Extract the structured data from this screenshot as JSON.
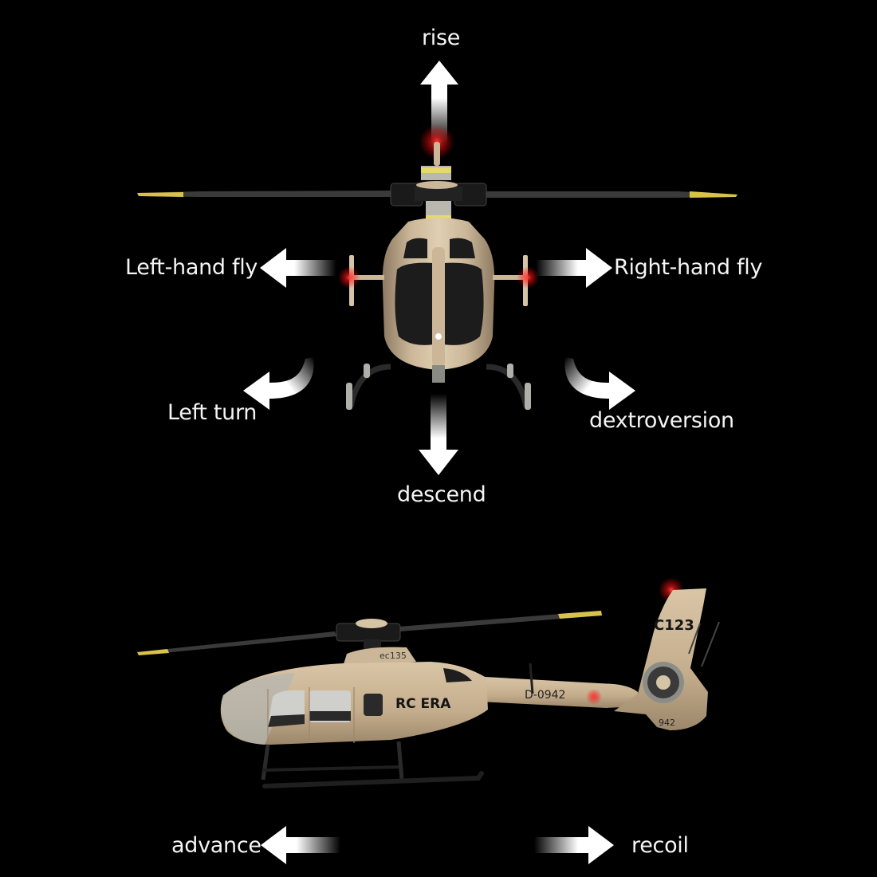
{
  "colors": {
    "background": "#000000",
    "label_text": "#f4f4f4",
    "arrow": "#ffffff",
    "body_tan": "#cbb698",
    "body_shadow": "#8d7a62",
    "rotor_blade": "#3a3a3a",
    "blade_tip": "#d8c24a",
    "nav_light": "#ff2a2a",
    "glass": "#1a1a1a"
  },
  "front_view": {
    "directions": {
      "rise": {
        "label": "rise",
        "arrow": "up-arrow"
      },
      "left_hand_fly": {
        "label": "Left-hand fly",
        "arrow": "left-arrow"
      },
      "right_hand_fly": {
        "label": "Right-hand fly",
        "arrow": "right-arrow"
      },
      "left_turn": {
        "label": "Left turn",
        "arrow": "curved-left-arrow"
      },
      "dextroversion": {
        "label": "dextroversion",
        "arrow": "curved-right-arrow"
      },
      "descend": {
        "label": "descend",
        "arrow": "down-arrow"
      }
    }
  },
  "side_view": {
    "markings": {
      "engine_cowl": "ec135",
      "fuselage_brand": "RC ERA",
      "tail_boom": "D-0942",
      "tail_fin": "C123",
      "fenestron": "942"
    },
    "directions": {
      "advance": {
        "label": "advance",
        "arrow": "left-arrow"
      },
      "recoil": {
        "label": "recoil",
        "arrow": "right-arrow"
      }
    }
  }
}
